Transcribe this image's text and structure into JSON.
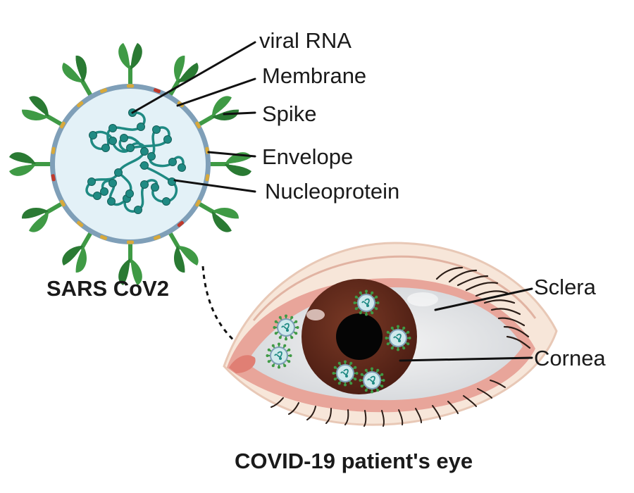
{
  "virus": {
    "title": "SARS CoV2",
    "labels": {
      "rna": "viral RNA",
      "membrane": "Membrane",
      "spike": "Spike",
      "envelope": "Envelope",
      "nucleoprotein": "Nucleoprotein"
    }
  },
  "eye": {
    "title": "COVID-19 patient's eye",
    "labels": {
      "sclera": "Sclera",
      "cornea": "Cornea"
    }
  },
  "colors": {
    "spike_green": "#3f9a45",
    "spike_dark": "#2a7a33",
    "membrane_blue": "#7f9fb8",
    "capsid_fill": "#e3f1f7",
    "rna_teal": "#1f8a83",
    "envelope_gold": "#d8a93a",
    "iris_brown": "#5b2518",
    "skin": "#f7e6d9",
    "lid_pink": "#e8a59a"
  }
}
